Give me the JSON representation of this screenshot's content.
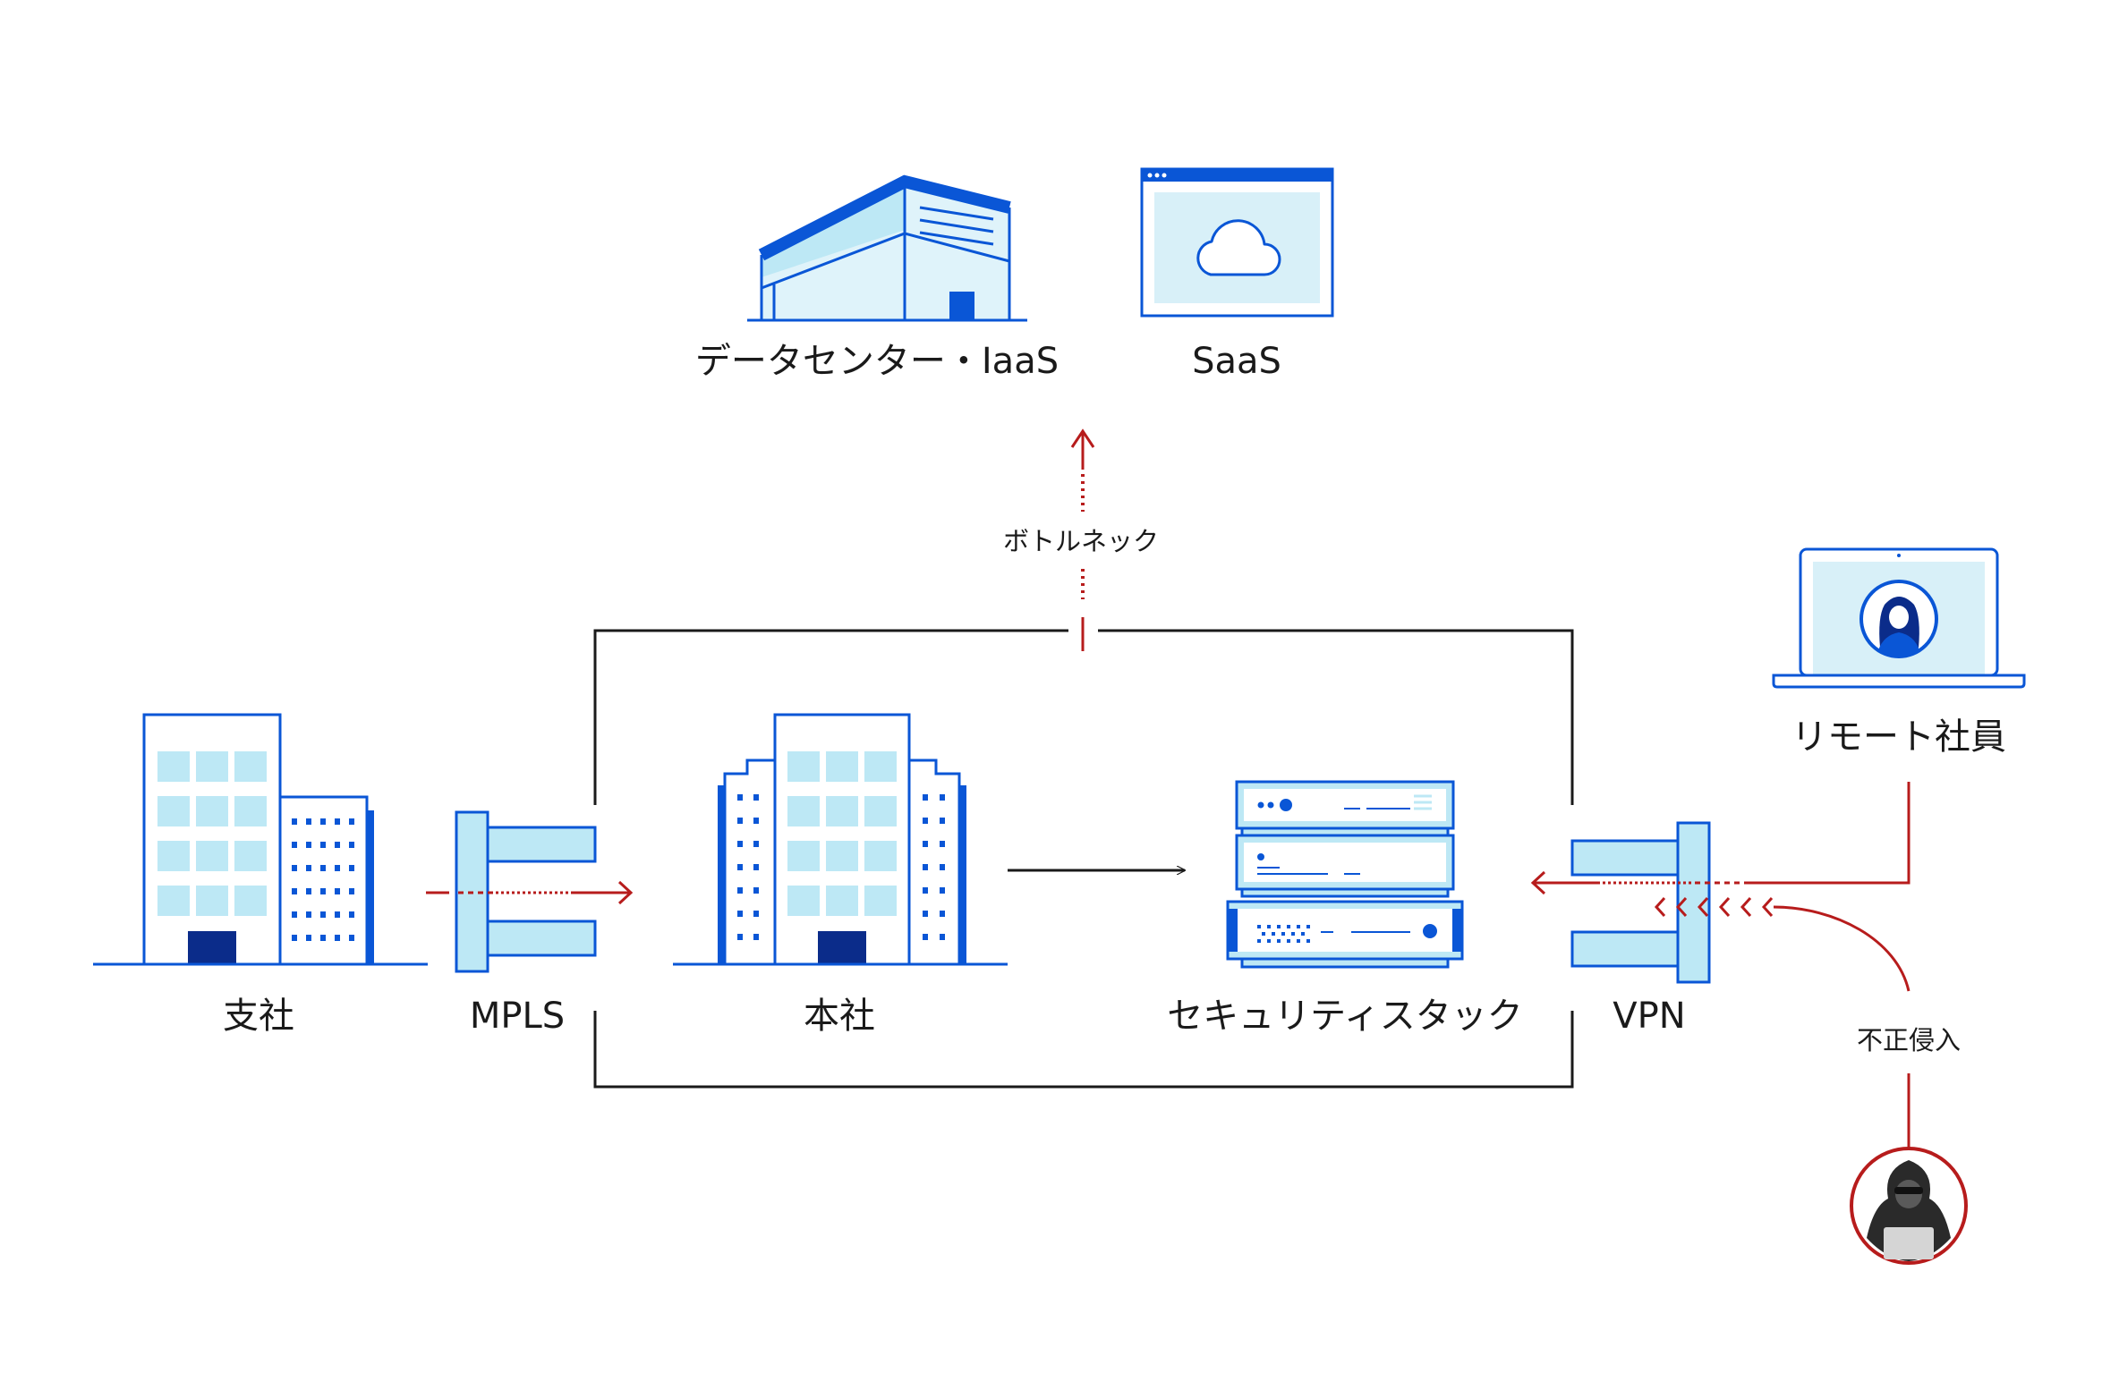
{
  "nodes": {
    "datacenter": "データセンター・IaaS",
    "saas": "SaaS",
    "branch": "支社",
    "mpls": "MPLS",
    "hq": "本社",
    "security_stack": "セキュリティスタック",
    "vpn": "VPN",
    "remote": "リモート社員"
  },
  "annotations": {
    "bottleneck": "ボトルネック",
    "intrusion": "不正侵入"
  },
  "colors": {
    "blue": "#0a56d6",
    "light_blue": "#bde8f5",
    "navy": "#0b2c8a",
    "red": "#b71c1c",
    "black": "#1a1a1a"
  }
}
